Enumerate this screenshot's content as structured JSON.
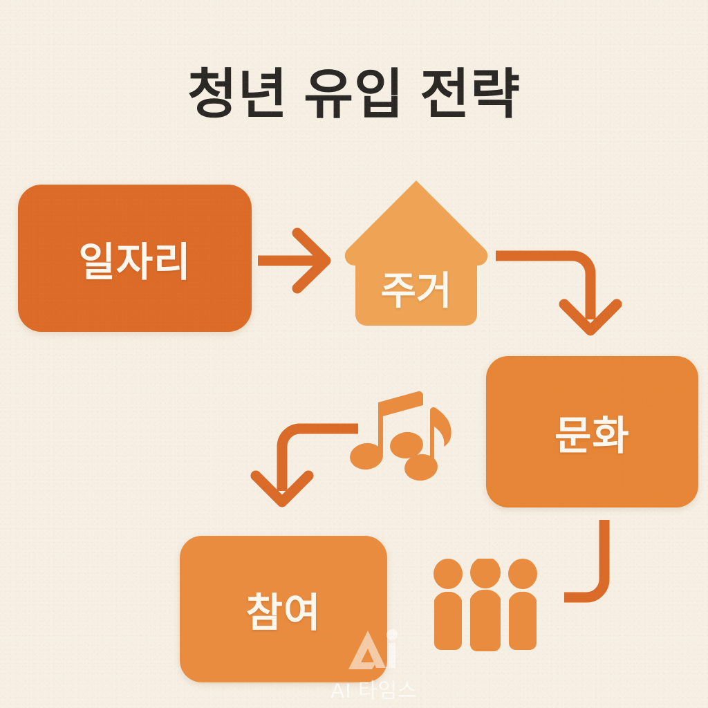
{
  "page": {
    "title": "청년 유입 전략",
    "background_color": "#F6EFE4",
    "title_color": "#2A2724"
  },
  "palette": {
    "orange_dark": "#DD6B28",
    "orange_mid": "#E78536",
    "orange_light": "#E98C3F",
    "orange_pale": "#EFA455",
    "arrow": "#DA6A28",
    "text_on_orange": "#FDF8F0"
  },
  "diagram": {
    "type": "flow",
    "nodes": [
      {
        "id": "jobs",
        "label": "일자리",
        "shape": "rounded-rectangle",
        "fill": "#DD6B28",
        "order": 1
      },
      {
        "id": "housing",
        "label": "주거",
        "shape": "house",
        "fill": "#EFA455",
        "order": 2
      },
      {
        "id": "culture",
        "label": "문화",
        "shape": "rounded-rectangle",
        "fill": "#E78536",
        "order": 3
      },
      {
        "id": "participation",
        "label": "참여",
        "shape": "rounded-rectangle",
        "fill": "#E98C3F",
        "order": 4
      }
    ],
    "connectors": [
      {
        "id": "jobs-to-housing",
        "from": "jobs",
        "to": "housing",
        "style": "straight-arrow-right",
        "color": "#DA6A28"
      },
      {
        "id": "housing-to-culture",
        "from": "housing",
        "to": "culture",
        "style": "elbow-right-down-arrow",
        "color": "#DA6A28"
      },
      {
        "id": "culture-to-participation",
        "from": "culture",
        "to": "participation",
        "style": "elbow-left-down-arrow",
        "color": "#DA6A28"
      },
      {
        "id": "participation-loop",
        "from": "culture",
        "to": "participation",
        "style": "elbow-down-left-no-head",
        "color": "#DA6A28"
      }
    ],
    "decorations": [
      {
        "id": "music",
        "icon": "music-notes-icon",
        "fill": "#E98C3F"
      },
      {
        "id": "people",
        "icon": "people-group-icon",
        "fill": "#E98C3F"
      }
    ]
  },
  "watermark": {
    "logo": "ai-times-logo-icon",
    "text": "AI 타임스"
  }
}
